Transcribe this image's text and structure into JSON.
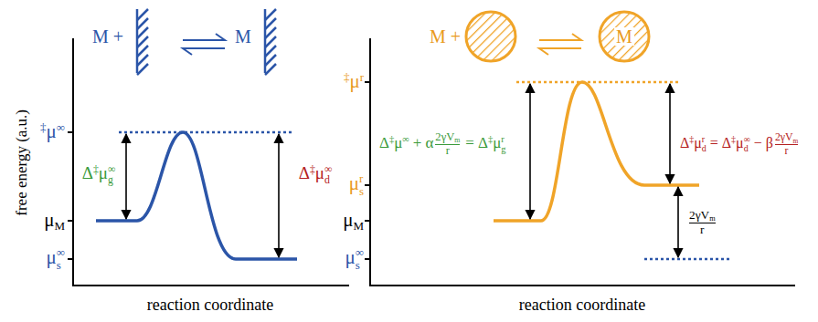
{
  "diagram": {
    "nodes": [
      {
        "text": [
          "M"
        ]
      }
    ],
    "labels": [
      "M +",
      "M",
      "M +",
      "free energy (a.u.)",
      "‡",
      "μ",
      "∞",
      "μ",
      "M",
      "μ",
      "∞",
      "s",
      "Δ",
      "‡",
      "μ",
      "∞",
      "g",
      "Δ",
      "‡",
      "μ",
      "∞",
      "d",
      "reaction coordinate",
      "‡",
      "μ",
      "r",
      "μ",
      "r",
      "s",
      "μ",
      "M",
      "μ",
      "∞",
      "s",
      "Δ",
      "‡",
      "μ",
      "∞",
      "+",
      "α",
      "2γV",
      "m",
      "r",
      "=",
      "Δ",
      "‡",
      "μ",
      "r",
      "g",
      "Δ",
      "‡",
      "μ",
      "r",
      "d",
      "=",
      "Δ",
      "‡",
      "μ",
      "∞",
      "d",
      "−",
      "β",
      "2γV",
      "m",
      "r",
      "2γV",
      "m",
      "r",
      "reaction coordinate"
    ]
  }
}
